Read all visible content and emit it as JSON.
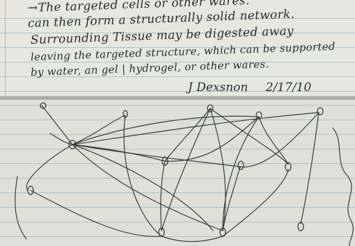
{
  "note": {
    "lines": [
      "→The targeted cells  or other wares.",
      "can then form a structurally solid network.",
      "Surrounding Tissue may be digested away",
      "leaving the targeted structure, which can be supported",
      "by water, an gel | hydrogel, or other wares."
    ],
    "signature": "J Dexsnon",
    "date": "2/17/10"
  },
  "sketch": {
    "ink_color": "#3a3b40",
    "node_shape": "loop"
  }
}
